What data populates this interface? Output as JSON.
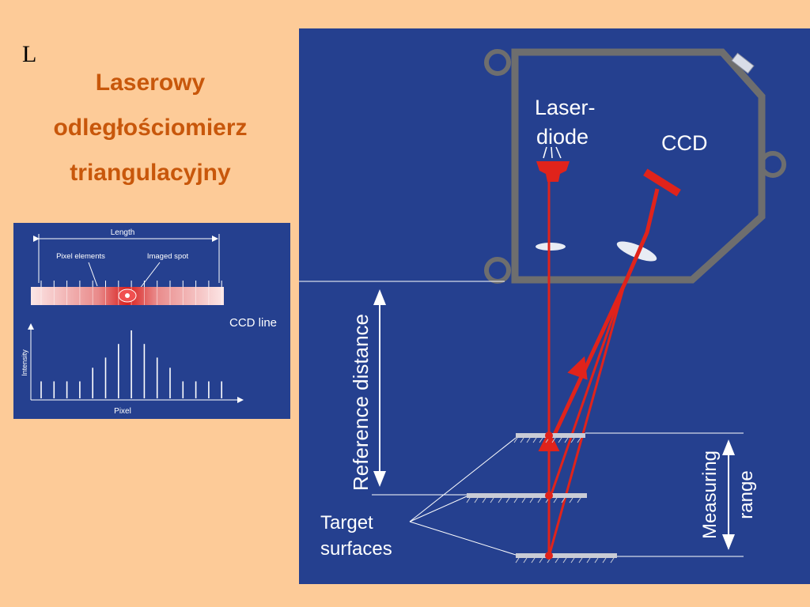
{
  "corner_letter": "L",
  "title_lines": [
    "Laserowy",
    "odległościomierz",
    "triangulacyjny"
  ],
  "ccd_inset": {
    "length_label": "Length",
    "pixel_elements_label": "Pixel elements",
    "imaged_spot_label": "Imaged spot",
    "ccd_line_label": "CCD line",
    "y_axis_label": "Intensity",
    "x_axis_label": "Pixel",
    "intensity_profile": [
      0.25,
      0.25,
      0.25,
      0.25,
      0.45,
      0.6,
      0.8,
      1.0,
      0.8,
      0.6,
      0.45,
      0.25,
      0.25,
      0.25,
      0.25
    ]
  },
  "diagram": {
    "laser_label_line1": "Laser-",
    "laser_label_line2": "diode",
    "ccd_label": "CCD",
    "reference_distance_label": "Reference distance",
    "measuring_range_line1": "Measuring",
    "measuring_range_line2": "range",
    "target_label_line1": "Target",
    "target_label_line2": "surfaces"
  },
  "colors": {
    "background": "#FDCB98",
    "title": "#C8570B",
    "panel": "#25408F",
    "laser": "#E0231B",
    "housing": "#6E6E6E"
  }
}
